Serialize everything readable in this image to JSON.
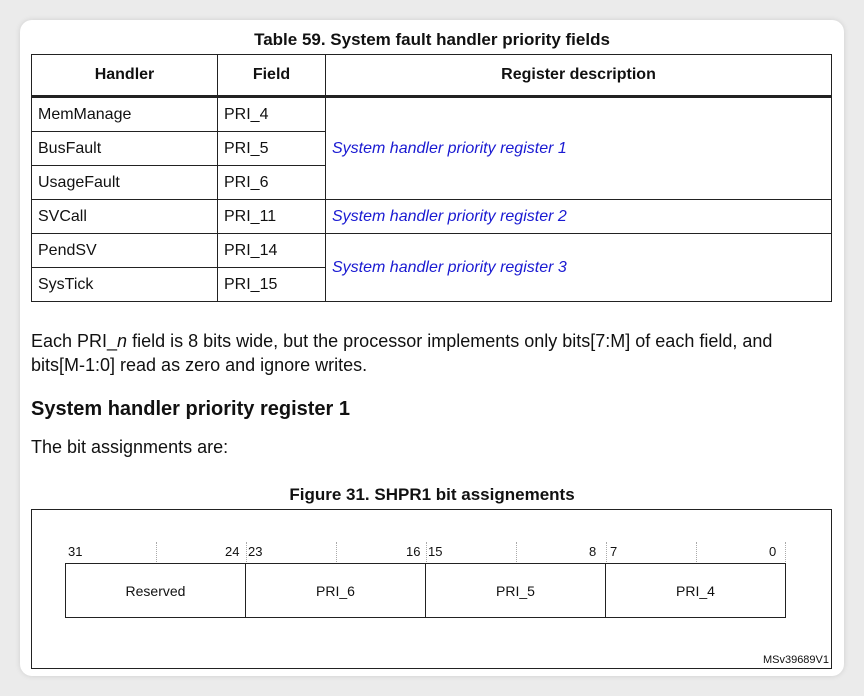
{
  "table": {
    "title": "Table 59. System fault handler priority fields",
    "headers": [
      "Handler",
      "Field",
      "Register description"
    ],
    "rows": [
      {
        "handler": "MemManage",
        "field": "PRI_4"
      },
      {
        "handler": "BusFault",
        "field": "PRI_5"
      },
      {
        "handler": "UsageFault",
        "field": "PRI_6"
      },
      {
        "handler": "SVCall",
        "field": "PRI_11"
      },
      {
        "handler": "PendSV",
        "field": "PRI_14"
      },
      {
        "handler": "SysTick",
        "field": "PRI_15"
      }
    ],
    "registers": [
      "System handler priority register 1",
      "System handler priority register 2",
      "System handler priority register 3"
    ]
  },
  "paragraph": {
    "part1": "Each PRI_",
    "italic": "n",
    "part2": " field is 8 bits wide, but the processor implements only bits[7:M] of each field, and bits[M-1:0] read as zero and ignore writes."
  },
  "section": {
    "heading": "System handler priority register 1",
    "intro": "The bit assignments are:"
  },
  "figure": {
    "title": "Figure 31. SHPR1 bit assignements",
    "bits": [
      "31",
      "24",
      "23",
      "16",
      "15",
      "8",
      "7",
      "0"
    ],
    "fields": [
      "Reserved",
      "PRI_6",
      "PRI_5",
      "PRI_4"
    ],
    "code": "MSv39689V1"
  }
}
